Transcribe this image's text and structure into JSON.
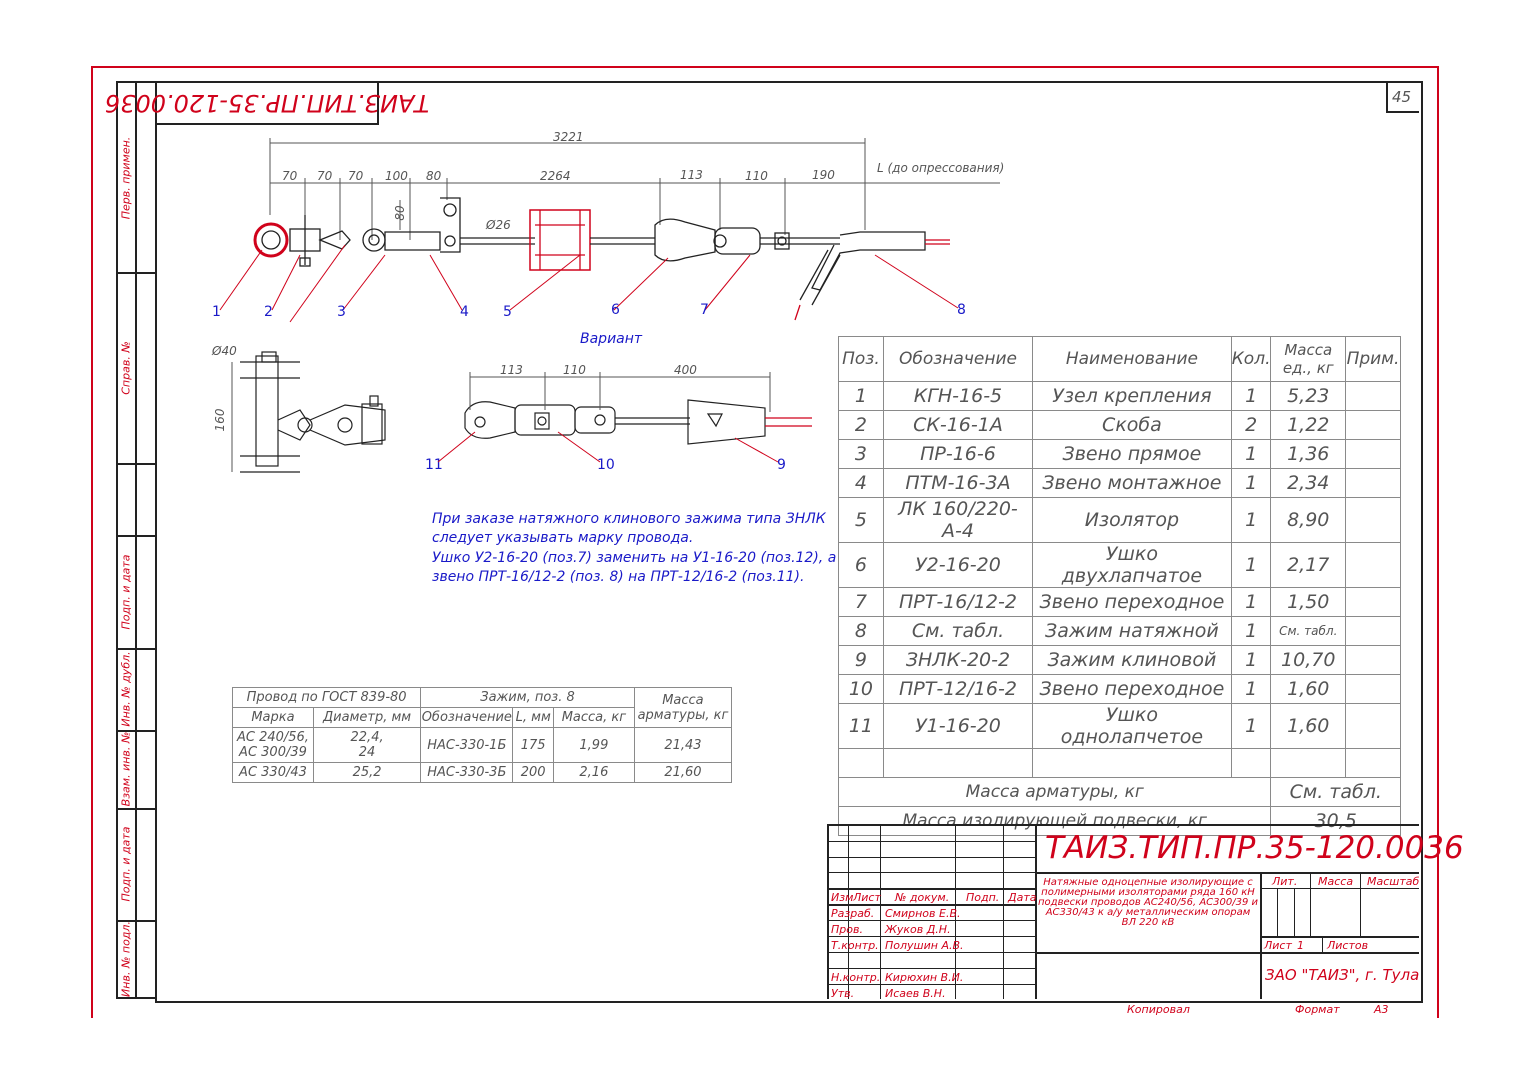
{
  "stamp": "ТАИЗ.ТИП.ПР.35-120.0036",
  "sheet_no": "45",
  "side_labels": [
    "Перв. примен.",
    "Справ. №",
    "Подп. и дата",
    "Инв. № дубл.",
    "Взам. инв. №",
    "Подп. и дата",
    "Инв. № подл."
  ],
  "dims": {
    "total": "3221",
    "d1": "70",
    "d2": "70",
    "d3": "70",
    "d4": "100",
    "d5": "80",
    "d6": "2264",
    "d7": "113",
    "d8": "110",
    "d9": "190",
    "l_label": "L (до опрессования)",
    "height": "80",
    "dia": "Ø26"
  },
  "callouts": [
    "1",
    "2",
    "3",
    "4",
    "5",
    "6",
    "7",
    "8",
    "9",
    "10",
    "11"
  ],
  "variant": {
    "title": "Вариант",
    "d1": "113",
    "d2": "110",
    "d3": "400",
    "dia": "Ø40",
    "h": "160"
  },
  "note": [
    "При заказе натяжного клинового зажима типа ЗНЛК",
    "следует указывать марку провода.",
    "Ушко У2-16-20 (поз.7) заменить на У1-16-20 (поз.12), а",
    "звено ПРТ-16/12-2 (поз. 8) на ПРТ-12/16-2 (поз.11)."
  ],
  "spec": {
    "headers": [
      "Поз.",
      "Обозначение",
      "Наименование",
      "Кол.",
      "Масса ед., кг",
      "Прим."
    ],
    "rows": [
      [
        "1",
        "КГН-16-5",
        "Узел крепления",
        "1",
        "5,23"
      ],
      [
        "2",
        "СК-16-1А",
        "Скоба",
        "2",
        "1,22"
      ],
      [
        "3",
        "ПР-16-6",
        "Звено прямое",
        "1",
        "1,36"
      ],
      [
        "4",
        "ПТМ-16-3А",
        "Звено монтажное",
        "1",
        "2,34"
      ],
      [
        "5",
        "ЛК 160/220-А-4",
        "Изолятор",
        "1",
        "8,90"
      ],
      [
        "6",
        "У2-16-20",
        "Ушко двухлапчатое",
        "1",
        "2,17"
      ],
      [
        "7",
        "ПРТ-16/12-2",
        "Звено переходное",
        "1",
        "1,50"
      ],
      [
        "8",
        "См. табл.",
        "Зажим натяжной",
        "1",
        "См. табл."
      ],
      [
        "9",
        "ЗНЛК-20-2",
        "Зажим клиновой",
        "1",
        "10,70"
      ],
      [
        "10",
        "ПРТ-12/16-2",
        "Звено переходное",
        "1",
        "1,60"
      ],
      [
        "11",
        "У1-16-20",
        "Ушко однолапчетое",
        "1",
        "1,60"
      ]
    ],
    "mass_fittings_label": "Масса арматуры, кг",
    "mass_fittings_value": "См. табл.",
    "mass_total_label": "Масса изолирующей подвески, кг",
    "mass_total_value": "30,5"
  },
  "wire_table": {
    "h_wire": "Провод по ГОСТ 839-80",
    "h_clamp": "Зажим, поз. 8",
    "h_mass": "Масса арматуры, кг",
    "h_mark": "Марка",
    "h_diam": "Диаметр, мм",
    "h_desig": "Обозначение",
    "h_len": "L, мм",
    "h_cmass": "Масса, кг",
    "rows": [
      [
        "АС 240/56, АС 300/39",
        "22,4, 24",
        "НАС-330-1Б",
        "175",
        "1,99",
        "21,43"
      ],
      [
        "АС 330/43",
        "25,2",
        "НАС-330-3Б",
        "200",
        "2,16",
        "21,60"
      ]
    ]
  },
  "title_block": {
    "doc_code": "ТАИЗ.ТИП.ПР.35-120.0036",
    "description": "Натяжные одноцепные изолирующие с полимерными изоляторами ряда 160 кН подвески проводов АС240/56, АС300/39 и АС330/43 к а/у металлическим опорам ВЛ 220 кВ",
    "col_izm": "Изм",
    "col_list": "Лист",
    "col_doc": "№ докум.",
    "col_sign": "Подп.",
    "col_date": "Дата",
    "people": [
      {
        "role": "Разраб.",
        "name": "Смирнов Е.В."
      },
      {
        "role": "Пров.",
        "name": "Жуков Д.Н."
      },
      {
        "role": "Т.контр.",
        "name": "Полушин А.В."
      },
      {
        "role": "Н.контр.",
        "name": "Кирюхин В.И."
      },
      {
        "role": "Утв.",
        "name": "Исаев В.Н."
      }
    ],
    "lit": "Лит.",
    "mass": "Масса",
    "scale": "Масштаб",
    "sheet": "Лист",
    "sheet_no": "1",
    "sheets": "Листов",
    "company": "ЗАО \"ТАИЗ\", г. Тула"
  },
  "footer": {
    "copied": "Копировал",
    "format_label": "Формат",
    "format": "А3"
  },
  "colors": {
    "frame": "#d0021b",
    "ink": "#222222",
    "dim": "#555555",
    "note": "#1a1ac8",
    "callout": "#1a1ac8"
  }
}
